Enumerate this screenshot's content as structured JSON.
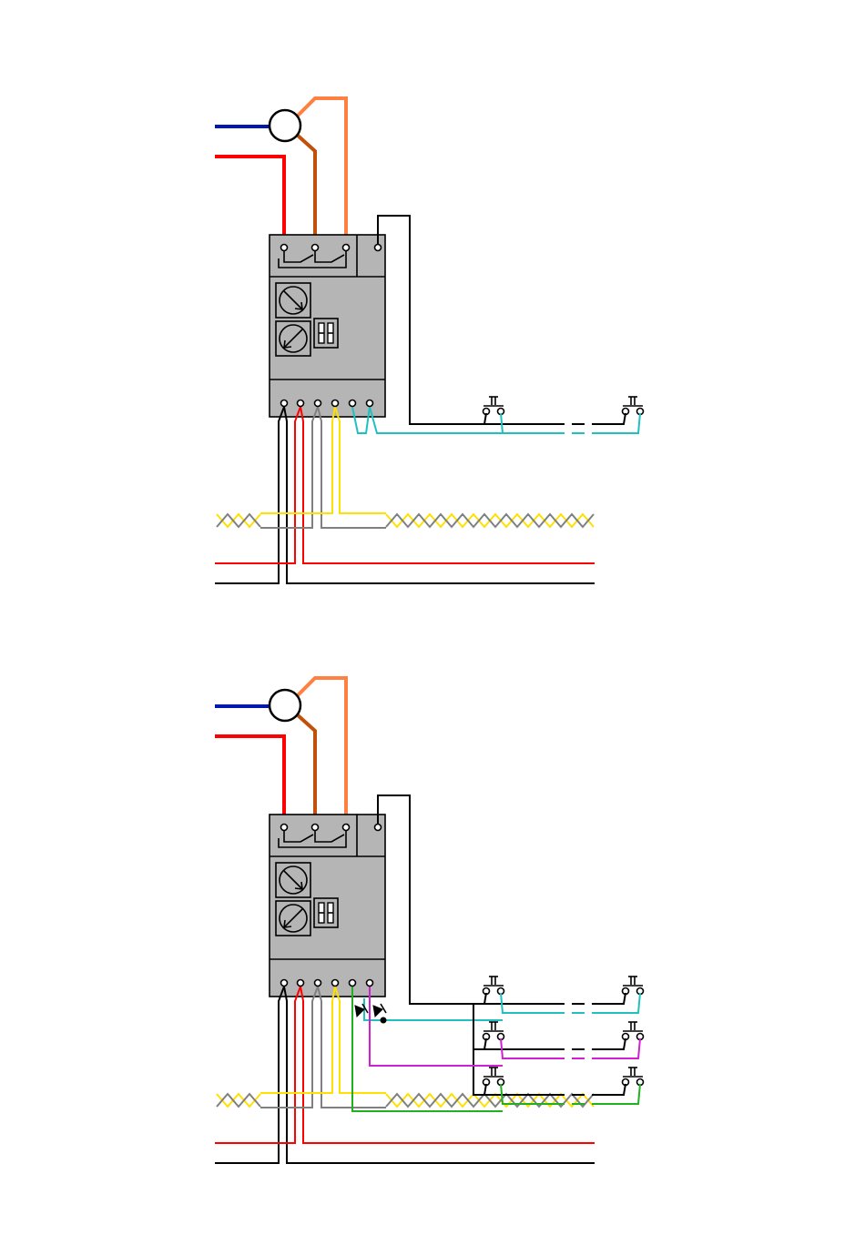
{
  "colors": {
    "blue": "#0018b0",
    "red": "#ff0000",
    "brown": "#c0500a",
    "orange": "#ff8040",
    "black": "#000000",
    "gray": "#808080",
    "yellow": "#ffe000",
    "cyan": "#20c0c0",
    "magenta": "#d020d0",
    "green": "#20b020",
    "device": "#b5b5b5"
  },
  "icons": [
    "lamp-icon",
    "timer-knob-icon",
    "dip-switch-icon",
    "push-button-icon",
    "indicator-led-icon",
    "terminal-icon"
  ],
  "diagrams": [
    {
      "id": "single-button-circuit",
      "button_rows": 1,
      "indicator_leds": false
    },
    {
      "id": "three-button-circuit",
      "button_rows": 3,
      "indicator_leds": true
    }
  ]
}
